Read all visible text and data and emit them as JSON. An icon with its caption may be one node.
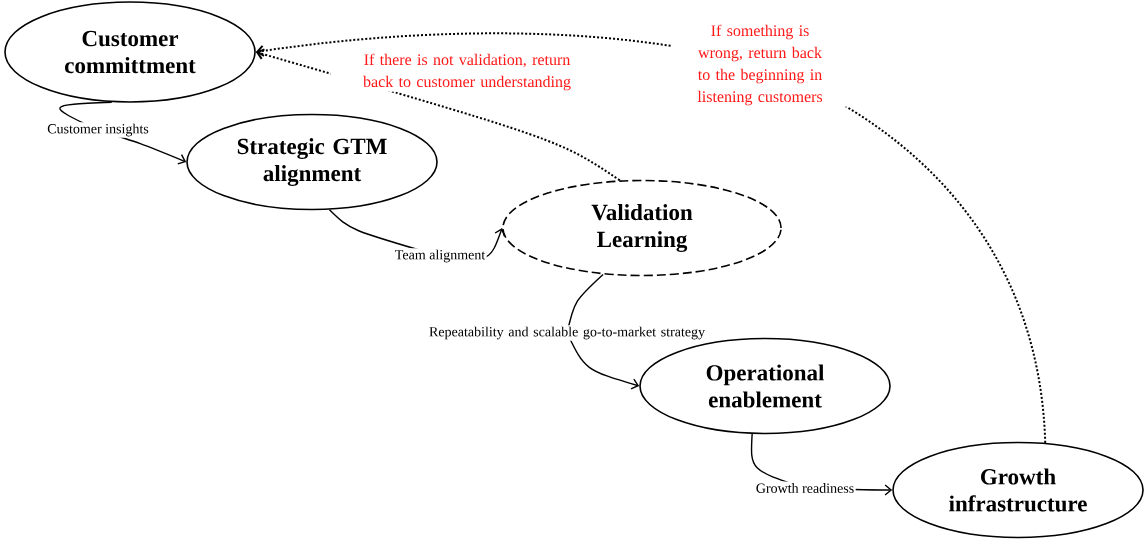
{
  "diagram": {
    "nodes": [
      {
        "text": [
          "Customer committment"
        ]
      },
      {
        "text": [
          "Strategic GTM alignment"
        ]
      },
      {
        "text": [
          "Validation Learning"
        ]
      },
      {
        "text": [
          "Operational enablement"
        ]
      },
      {
        "text": [
          "Growth infrastructure"
        ]
      }
    ],
    "edges": [
      {
        "from": 0,
        "to": 1,
        "arrow": "to",
        "label": "Customer insights"
      },
      {
        "from": 1,
        "to": 2,
        "arrow": "to",
        "label": "Team alignment"
      },
      {
        "from": 2,
        "to": 3,
        "arrow": "to",
        "label": "Repeatability and scalable go-to-market strategy"
      },
      {
        "from": 3,
        "to": 4,
        "arrow": "to",
        "label": "Growth readiness"
      },
      {
        "from": 2,
        "to": 0,
        "arrow": "to",
        "style": "dashed",
        "label": "If there is not validation, return back to customer understanding"
      },
      {
        "from": 4,
        "to": 0,
        "arrow": "to",
        "style": "dashed",
        "label": "If something is wrong, return back to the beginning in listening customers"
      }
    ]
  }
}
